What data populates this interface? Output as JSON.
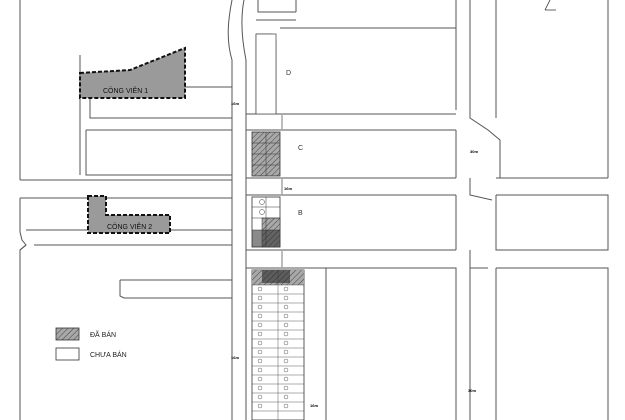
{
  "map": {
    "parks": [
      {
        "label": "CÔNG VIÊN 1"
      },
      {
        "label": "CÔNG VIÊN 2"
      }
    ],
    "blocks": [
      {
        "letter": "D"
      },
      {
        "letter": "C"
      },
      {
        "letter": "B"
      }
    ],
    "road_width_labels": {
      "main_left": "16m",
      "near_c": "16m",
      "right_top": "30m",
      "right_bottom": "30m",
      "bottom_left": "16m",
      "bottom_mid": "16m"
    },
    "legend": {
      "sold": "ĐÃ BÁN",
      "unsold": "CHƯA BÁN"
    },
    "colors": {
      "sold_fill": "#9a9a9a",
      "sold_dark": "#2a2a2a",
      "unsold_fill": "#ffffff",
      "road_line": "#555555",
      "park_border": "#111111"
    }
  }
}
